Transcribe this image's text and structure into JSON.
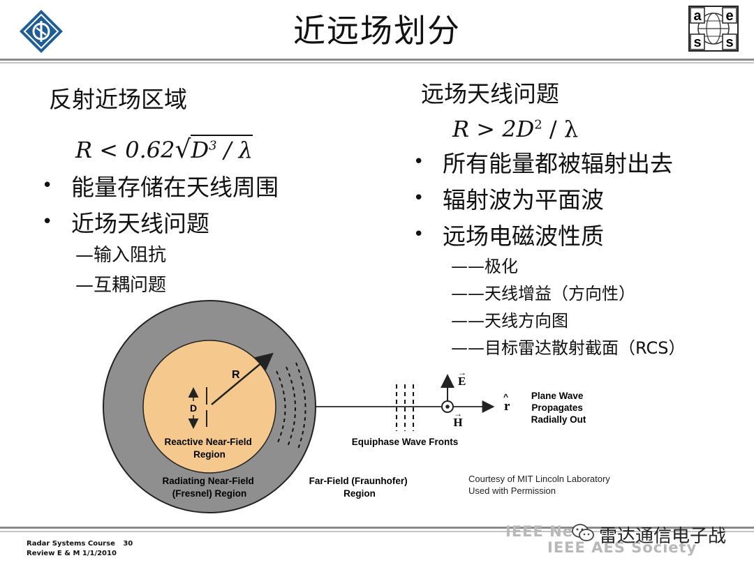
{
  "title": "近远场划分",
  "left": {
    "heading": "反射近场区域",
    "formula": {
      "lhs": "R < 0.62",
      "radicand": "D",
      "sup": "3",
      "tail": " / λ"
    },
    "bullets": [
      "能量存储在天线周围",
      "近场天线问题"
    ],
    "subitems": [
      "—输入阻抗",
      "—互耦问题"
    ]
  },
  "right": {
    "heading": "远场天线问题",
    "formula": {
      "lhs": "R > 2D",
      "sup": "2",
      "tail": " / λ"
    },
    "bullets": [
      "所有能量都被辐射出去",
      "辐射波为平面波",
      "远场电磁波性质"
    ],
    "subitems": [
      "——极化",
      "——天线增益（方向性）",
      "——天线方向图",
      "——目标雷达散射截面（RCS）"
    ]
  },
  "diagram": {
    "r_label": "R",
    "d_label": "D",
    "reactive": [
      "Reactive Near-Field",
      "Region"
    ],
    "radiating": [
      "Radiating Near-Field",
      "(Fresnel) Region"
    ],
    "far": [
      "Far-Field (Fraunhofer)",
      "Region"
    ],
    "equiphase": "Equiphase Wave Fronts",
    "e_label": "E",
    "h_label": "H",
    "r_hat": "r",
    "plane": [
      "Plane Wave",
      "Propagates",
      "Radially Out"
    ],
    "courtesy": [
      "Courtesy of MIT Lincoln Laboratory",
      "Used with Permission"
    ],
    "colors": {
      "outer": "#8f8f8f",
      "inner": "#f5c98d",
      "line": "#222222"
    }
  },
  "footer": {
    "course": "Radar Systems Course",
    "page": "30",
    "review": "Review E & M  1/1/2010",
    "ieee1": "IEEE New",
    "ieee2": "IEEE AES Society",
    "wechat": "雷达通信电子战"
  },
  "logos": {
    "aes_letters": [
      "a",
      "e",
      "s",
      "s"
    ]
  }
}
